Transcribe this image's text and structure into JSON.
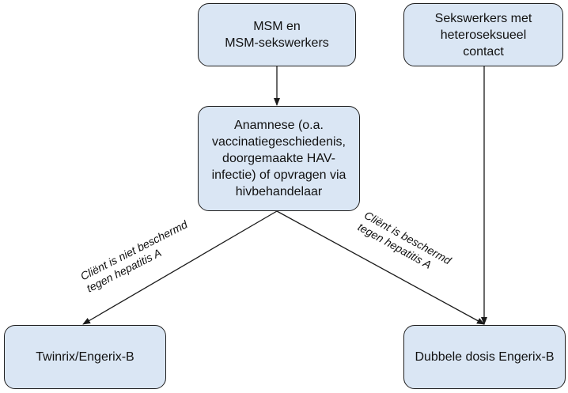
{
  "diagram": {
    "nodes": {
      "msm": {
        "label": "MSM en\nMSM-sekswerkers"
      },
      "sekswerkers": {
        "label": "Sekswerkers met\nheteroseksueel\ncontact"
      },
      "anamnese": {
        "label": "Anamnese (o.a.\nvaccinatiegeschiedenis,\ndoorgemaakte HAV-\ninfectie) of opvragen via\nhivbehandelaar"
      },
      "twinrix": {
        "label": "Twinrix/Engerix-B"
      },
      "dubbele": {
        "label": "Dubbele dosis Engerix-B"
      }
    },
    "edges": [
      {
        "from": "msm",
        "to": "anamnese",
        "label": ""
      },
      {
        "from": "anamnese",
        "to": "twinrix",
        "label": "Cliënt is niet beschermd\ntegen hepatitis A"
      },
      {
        "from": "anamnese",
        "to": "dubbele",
        "label": "Cliënt is beschermd\ntegen hepatitis A"
      },
      {
        "from": "sekswerkers",
        "to": "dubbele",
        "label": ""
      }
    ]
  },
  "colors": {
    "node_fill": "#dae6f4",
    "node_border": "#1f1f1f",
    "line": "#1a1a1a"
  }
}
